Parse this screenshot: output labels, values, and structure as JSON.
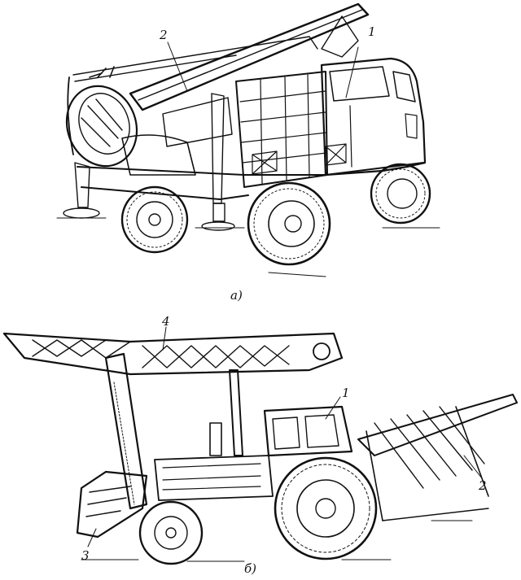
{
  "figure_a": {
    "caption": "а)",
    "callouts": [
      {
        "id": "a-1",
        "text": "1"
      },
      {
        "id": "a-2",
        "text": "2"
      }
    ]
  },
  "figure_b": {
    "caption": "б)",
    "callouts": [
      {
        "id": "b-1",
        "text": "1"
      },
      {
        "id": "b-2",
        "text": "2"
      },
      {
        "id": "b-3",
        "text": "3"
      },
      {
        "id": "b-4",
        "text": "4"
      }
    ]
  },
  "colors": {
    "ink": "#111111",
    "paper": "#ffffff"
  }
}
